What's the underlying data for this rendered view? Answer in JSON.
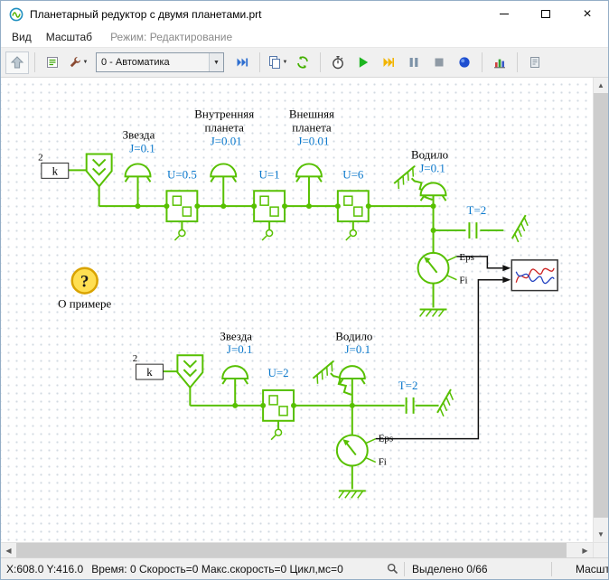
{
  "window": {
    "title": "Планетарный редуктор с двумя планетами.prt",
    "controls": [
      "minimize-icon",
      "maximize-icon",
      "close-icon"
    ],
    "close_glyph": "×"
  },
  "menu": {
    "items": [
      "Вид",
      "Масштаб"
    ],
    "mode": "Режим: Редактирование"
  },
  "toolbar": {
    "mode_select": "0 - Автоматика",
    "icons": [
      "up-arrow-icon",
      "model-icon",
      "tools-icon",
      "transfer-icon",
      "pages-icon",
      "sync-icon",
      "stopwatch-icon",
      "run-icon",
      "step-icon",
      "pause-icon",
      "stop-icon",
      "resume-icon",
      "chart-icon",
      "export-icon"
    ]
  },
  "glyphs": {
    "dropdown": "▼",
    "caret": "▼",
    "scroll_up": "▲",
    "scroll_down": "▼",
    "scroll_left": "◀",
    "scroll_right": "▶"
  },
  "canvas": {
    "top": {
      "star": "Звезда",
      "star_j": "J=0.1",
      "inner_line1": "Внутренняя",
      "inner_line2": "планета",
      "inner_j": "J=0.01",
      "outer_line1": "Внешняя",
      "outer_line2": "планета",
      "outer_j": "J=0.01",
      "carrier": "Водило",
      "carrier_j": "J=0.1",
      "k": "k",
      "k_sup": "2",
      "u1": "U=0.5",
      "u2": "U=1",
      "u3": "U=6",
      "t": "T=2",
      "eps": "Eps",
      "fi": "Fi"
    },
    "about": {
      "q": "?",
      "label": "О примере"
    },
    "bottom": {
      "star": "Звезда",
      "star_j": "J=0.1",
      "carrier": "Водило",
      "carrier_j": "J=0.1",
      "k": "k",
      "k_sup": "2",
      "u": "U=2",
      "t": "T=2",
      "eps": "Eps",
      "fi": "Fi"
    }
  },
  "statusbar": {
    "coords": "X:608.0  Y:416.0",
    "sim": "Время: 0 Скорость=0 Макс.скорость=0 Цикл,мс=0",
    "selected": "Выделено 0/66",
    "zoom": "Масшт"
  }
}
